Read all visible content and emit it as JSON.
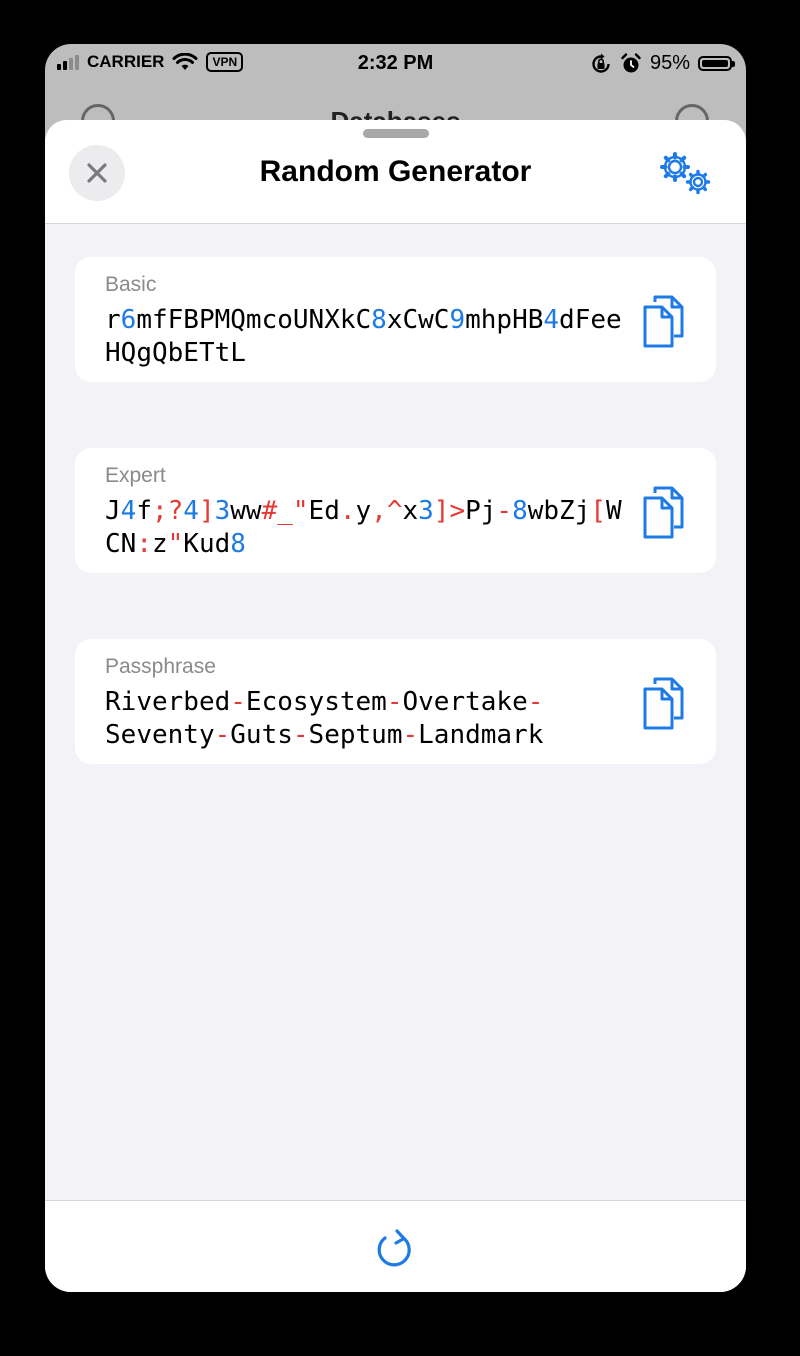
{
  "status_bar": {
    "carrier": "CARRIER",
    "vpn": "VPN",
    "time": "2:32 PM",
    "battery": "95%"
  },
  "background_screen": {
    "title": "Databases"
  },
  "sheet": {
    "title": "Random Generator",
    "close_icon": "close-icon",
    "settings_icon": "gear-icon"
  },
  "cards": [
    {
      "label": "Basic",
      "value": "r6mfFBPMQmcoUNXkC8xCwC9mhpHB4dFeeHQgQbETtL",
      "action_icon": "copy-icon"
    },
    {
      "label": "Expert",
      "value": "J4f;?4]3ww#_\"Ed.y,^x3]>Pj-8wbZj[WCN:z\"Kud8",
      "action_icon": "copy-icon"
    },
    {
      "label": "Passphrase",
      "value": "Riverbed-Ecosystem-Overtake-Seventy-Guts-Septum-Landmark",
      "action_icon": "copy-icon"
    }
  ],
  "toolbar": {
    "refresh_icon": "refresh-icon"
  },
  "colors": {
    "accent": "#1e7be6",
    "digit": "#1e7be6",
    "symbol": "#e53935",
    "background": "#f2f2f7"
  }
}
